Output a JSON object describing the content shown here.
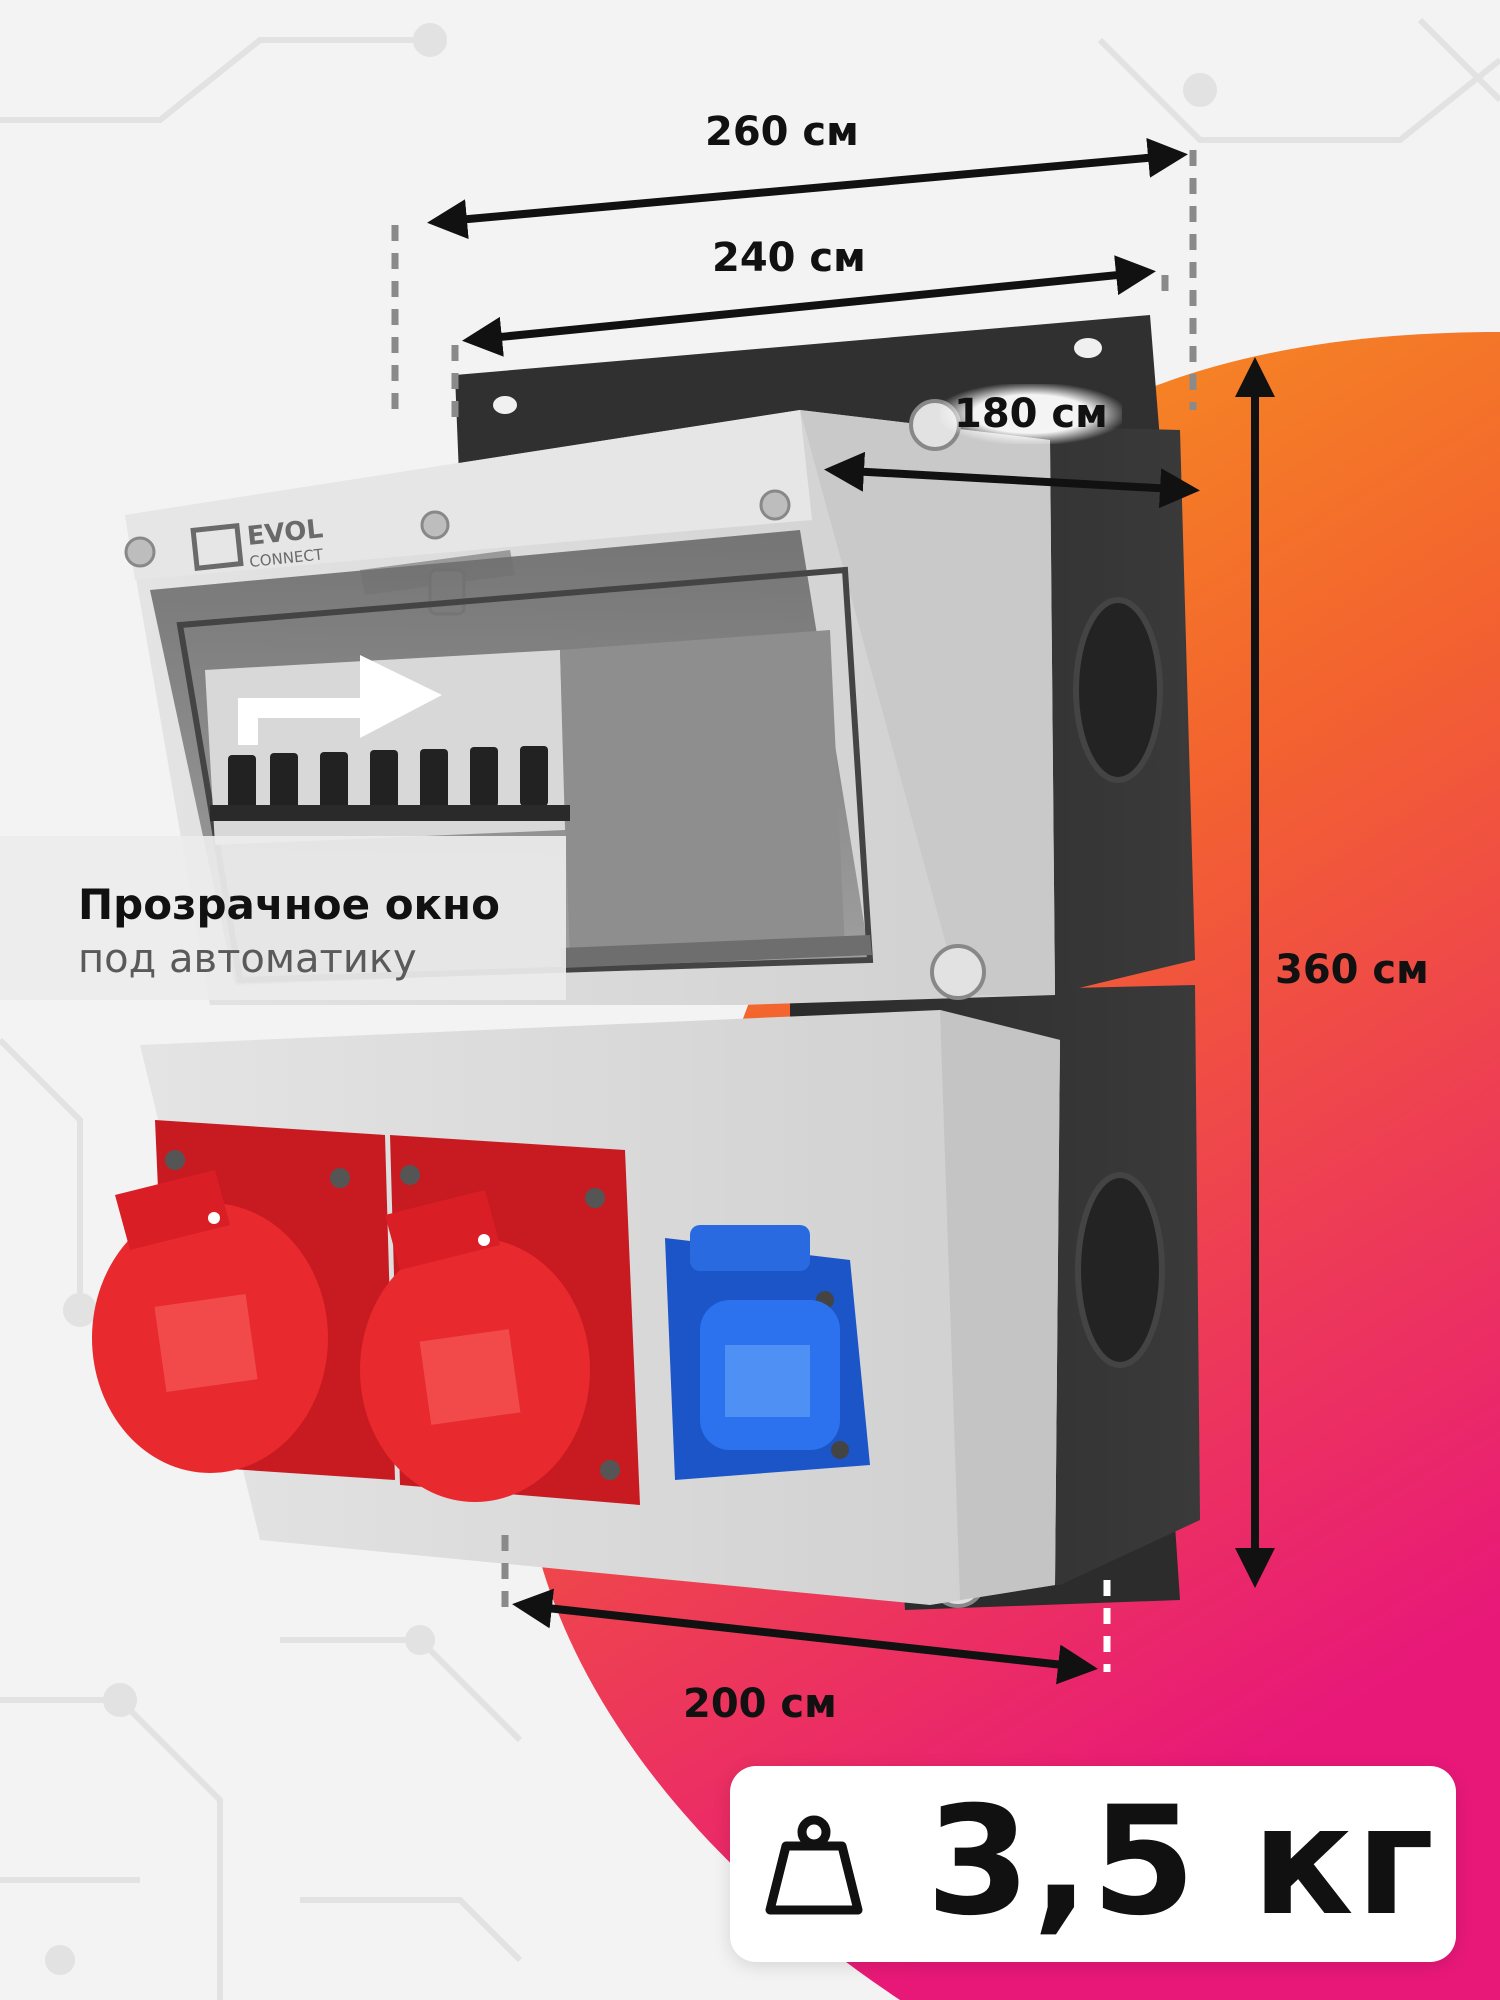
{
  "product": {
    "brand_line1": "EVOL",
    "brand_line2": "CONNECT"
  },
  "dimensions": {
    "width_outer": "260 см",
    "width_inner": "240 см",
    "depth": "180 см",
    "height": "360 см",
    "bottom_width": "200 см"
  },
  "feature": {
    "title": "Прозрачное окно",
    "subtitle": "под автоматику"
  },
  "weight": {
    "icon": "weight-icon",
    "value": "3,5 кг"
  },
  "colors": {
    "gradient_top": "#f7941d",
    "gradient_mid": "#f26a2c",
    "gradient_bottom": "#e8187a",
    "socket_red": "#e8252b",
    "socket_blue": "#1f5fd8",
    "body_grey": "#dcdcdc",
    "body_dark": "#2e2e2e"
  }
}
